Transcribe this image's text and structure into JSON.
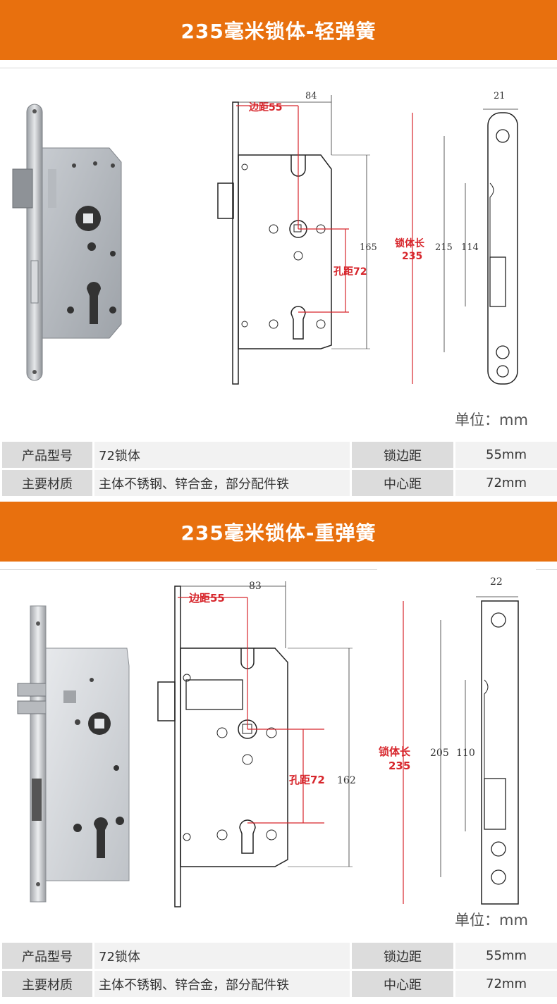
{
  "sections": [
    {
      "title": "235毫米锁体-轻弹簧",
      "unit": "单位：mm",
      "dims": {
        "backset": "边距55",
        "hole_spacing": "孔距72",
        "body_length": "锁体长",
        "body_length_value": "235",
        "width_top": "84",
        "height_body": "165",
        "faceplate_width": "21",
        "faceplate_hole_span": "215",
        "faceplate_slot_span": "114"
      },
      "specs": [
        {
          "k1": "产品型号",
          "v1": "72锁体",
          "k2": "锁边距",
          "v2": "55mm"
        },
        {
          "k1": "主要材质",
          "v1": "主体不锈钢、锌合金，部分配件铁",
          "k2": "中心距",
          "v2": "72mm"
        }
      ]
    },
    {
      "title": "235毫米锁体-重弹簧",
      "unit": "单位：mm",
      "dims": {
        "backset": "边距55",
        "hole_spacing": "孔距72",
        "body_length": "锁体长",
        "body_length_value": "235",
        "width_top": "83",
        "height_body": "162",
        "faceplate_width": "22",
        "faceplate_hole_span": "205",
        "faceplate_slot_span": "110"
      },
      "specs": [
        {
          "k1": "产品型号",
          "v1": "72锁体",
          "k2": "锁边距",
          "v2": "55mm"
        },
        {
          "k1": "主要材质",
          "v1": "主体不锈钢、锌合金，部分配件铁",
          "k2": "中心距",
          "v2": "72mm"
        }
      ]
    }
  ],
  "colors": {
    "banner": "#e8700e",
    "dim_red": "#d7262c"
  },
  "icons": [
    "lock-body-photo",
    "lock-technical-drawing",
    "faceplate-drawing"
  ]
}
